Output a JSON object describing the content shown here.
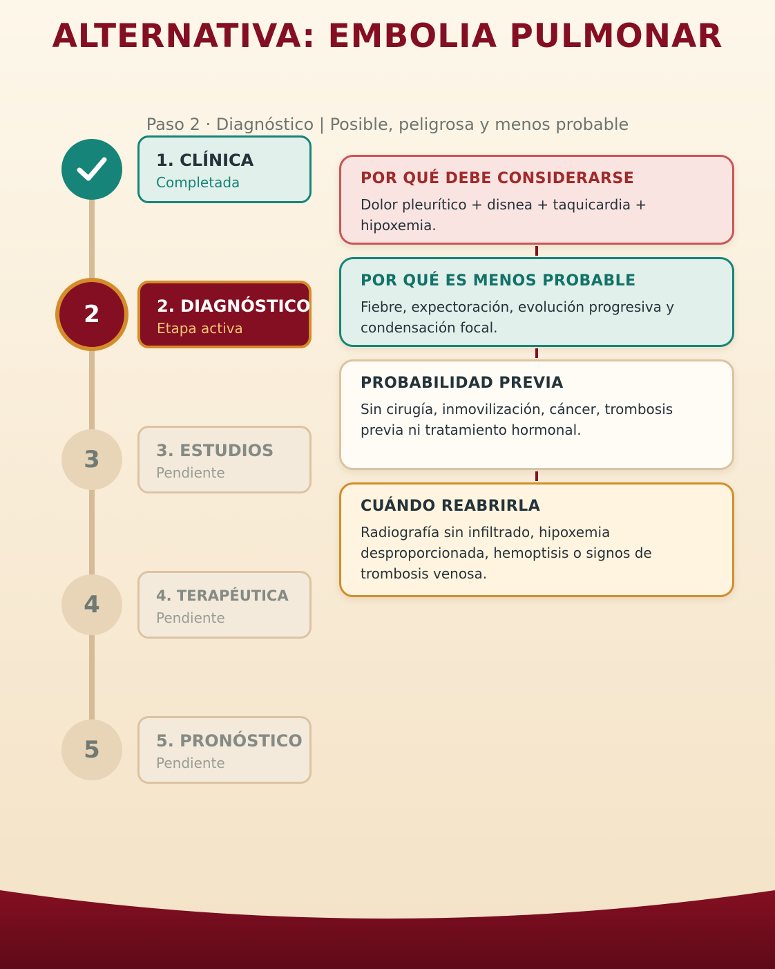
{
  "header": {
    "title": "ALTERNATIVA: EMBOLIA PULMONAR",
    "subtitle": "Paso 2 · Diagnóstico | Posible, peligrosa y menos probable"
  },
  "steps": [
    {
      "marker": "✓",
      "marker_icon": "check-icon",
      "title": "1. CLÍNICA",
      "status": "Completada",
      "state": "done"
    },
    {
      "marker": "2",
      "title": "2. DIAGNÓSTICO",
      "status": "Etapa activa",
      "state": "active"
    },
    {
      "marker": "3",
      "title": "3. ESTUDIOS",
      "status": "Pendiente",
      "state": "pending"
    },
    {
      "marker": "4",
      "title": "4. TERAPÉUTICA",
      "status": "Pendiente",
      "state": "pending"
    },
    {
      "marker": "5",
      "title": "5. PRONÓSTICO",
      "status": "Pendiente",
      "state": "pending"
    }
  ],
  "cards": [
    {
      "heading": "POR QUÉ DEBE CONSIDERARSE",
      "body": "Dolor pleurítico + disnea + taquicardia + hipoxemia.",
      "heading_color": "#a12a2a",
      "bg": "#f9e4e2",
      "border": "#c85656"
    },
    {
      "heading": "POR QUÉ ES MENOS PROBABLE",
      "body": "Fiebre, expectoración, evolución progresiva y condensación focal.",
      "heading_color": "#127268",
      "bg": "#e1f0ea",
      "border": "#168478"
    },
    {
      "heading": "PROBABILIDAD PREVIA",
      "body": "Sin cirugía, inmovilización, cáncer, trombosis previa ni tratamiento hormonal.",
      "heading_color": "#24333a",
      "bg": "#fffcf6",
      "border": "#dcc3a1"
    },
    {
      "heading": "CUÁNDO REABRIRLA",
      "body": "Radiografía sin infiltrado, hipoxemia desproporcionada, hemoptisis o signos de trombosis venosa.",
      "heading_color": "#24333a",
      "bg": "#fff4df",
      "border": "#d48c2b"
    }
  ],
  "colors": {
    "accent": "#840f22",
    "teal": "#168478",
    "gold": "#d48c2b"
  }
}
